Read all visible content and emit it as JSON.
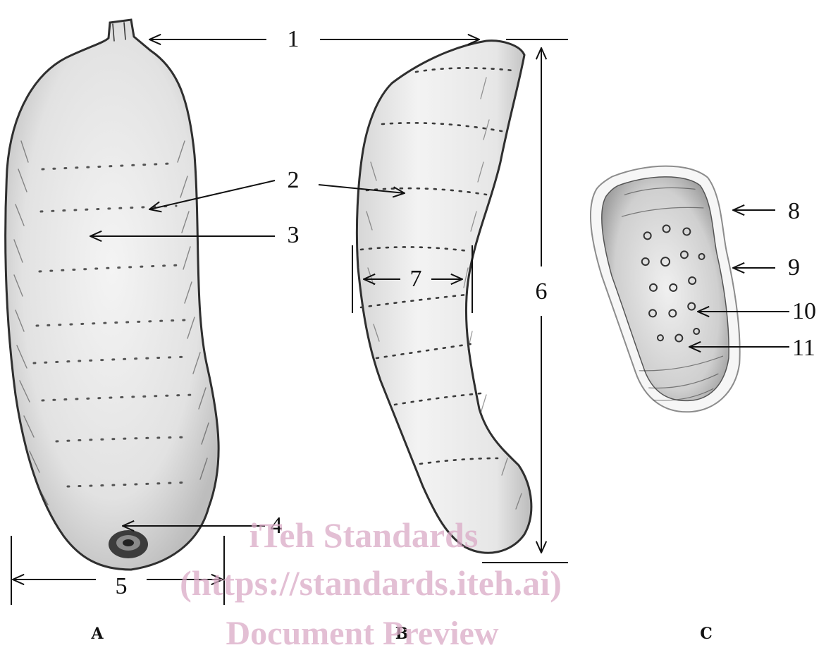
{
  "callouts": {
    "c1": "1",
    "c2": "2",
    "c3": "3",
    "c4": "4",
    "c5": "5",
    "c6": "6",
    "c7": "7",
    "c8": "8",
    "c9": "9",
    "c10": "10",
    "c11": "11"
  },
  "panels": {
    "a": "A",
    "b": "B",
    "c": "C"
  },
  "watermark": {
    "line1": "iTeh Standards",
    "line2": "(https://standards.iteh.ai)",
    "line3": "Document Preview"
  },
  "colors": {
    "ink": "#111111",
    "pencil": "#3a3a3a",
    "shade": "#b9b9b9",
    "watermark": "#d9a9c6"
  }
}
